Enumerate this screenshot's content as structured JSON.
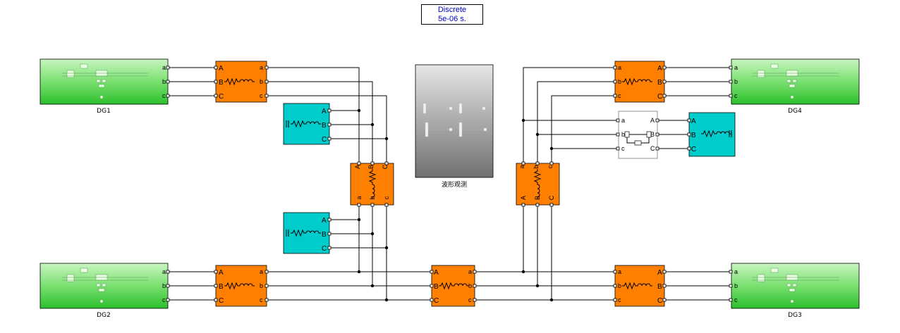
{
  "powergui": {
    "line1": "Discrete",
    "line2": "5e-06 s."
  },
  "sources": [
    {
      "name": "DG1"
    },
    {
      "name": "DG2"
    },
    {
      "name": "DG3"
    },
    {
      "name": "DG4"
    }
  ],
  "scope": {
    "name": "波形观测"
  },
  "labels": {
    "A": "A",
    "B": "B",
    "C": "C",
    "a": "a",
    "b": "b",
    "c": "c"
  },
  "colors": {
    "line_impedance": "#ff8000",
    "load": "#00cccc",
    "source_top": "#b8f0b0",
    "source_bottom": "#3cc83c",
    "scope_top": "#d8d8d8",
    "scope_bottom": "#7a7a7a"
  }
}
